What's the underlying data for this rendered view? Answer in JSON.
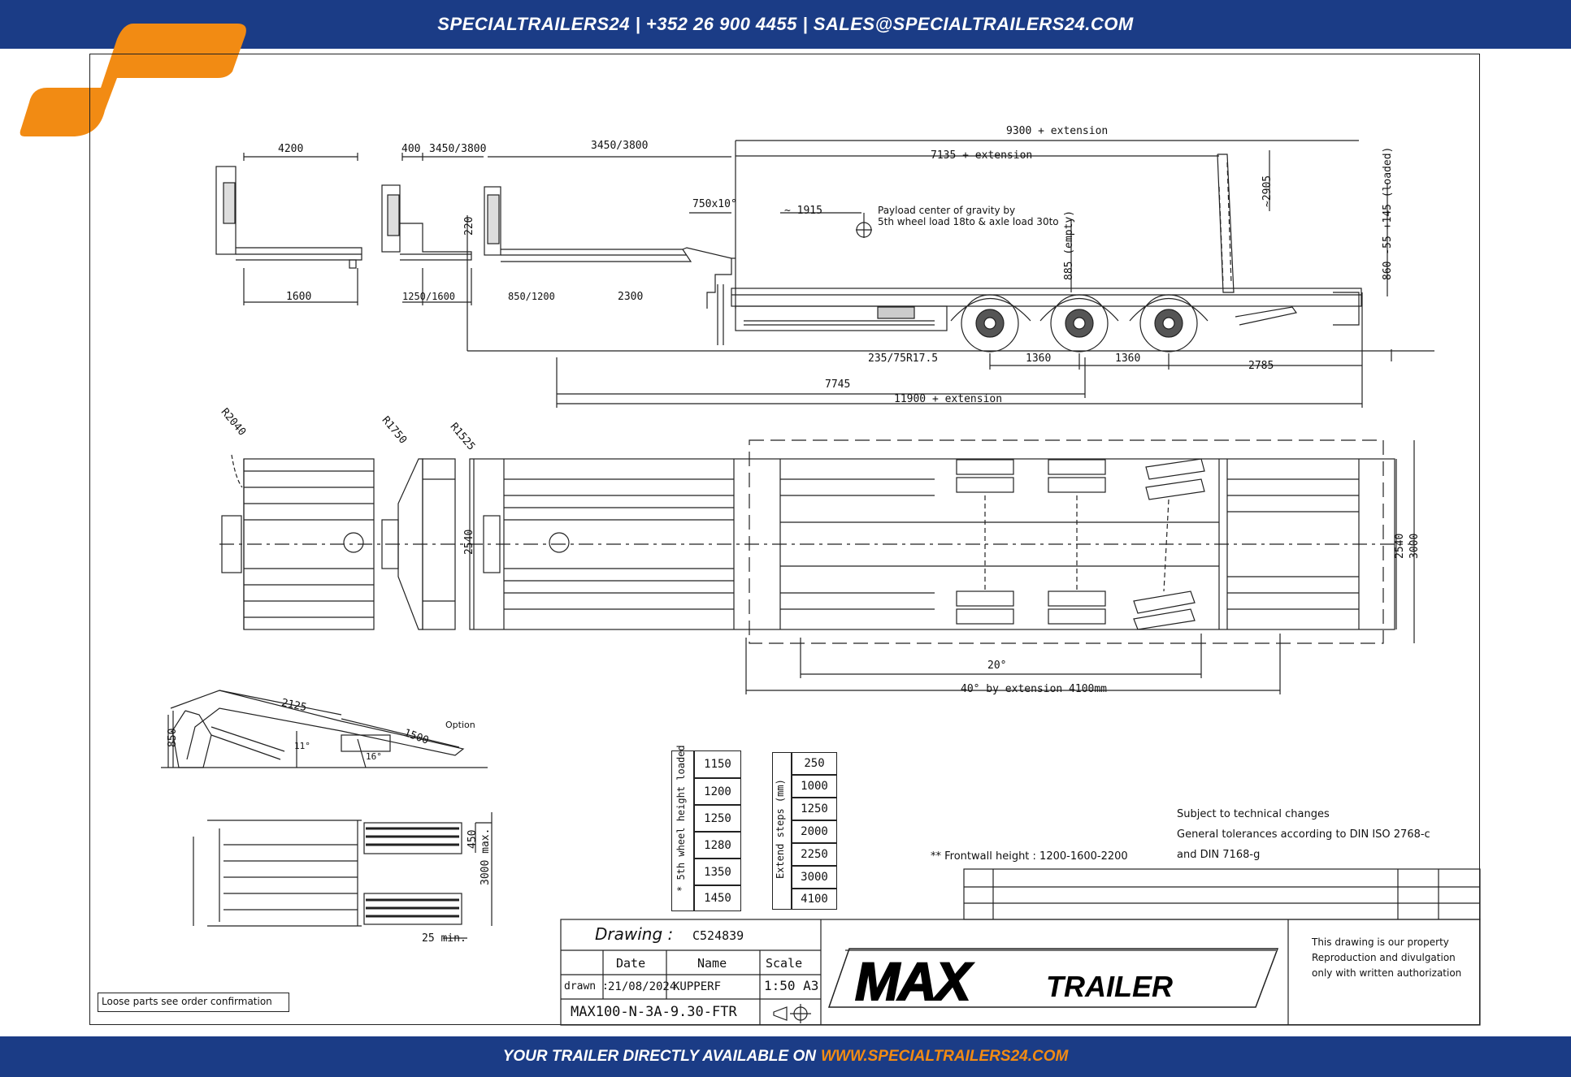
{
  "header": {
    "contact": "SPECIALTRAILERS24 | +352 26 900 4455 | SALES@SPECIALTRAILERS24.COM"
  },
  "footer": {
    "lead": "YOUR TRAILER DIRECTLY AVAILABLE ON",
    "url": "WWW.SPECIALTRAILERS24.COM"
  },
  "colors": {
    "brand_blue": "#1b3c86",
    "accent_orange": "#f28b13"
  },
  "dims": {
    "d4200": "4200",
    "d400": "400",
    "d3450a": "3450/3800",
    "d3450b": "3450/3800",
    "d9300": "9300 + extension",
    "d7135": "7135 + extension",
    "d750": "750x10°",
    "d1915": "~ 1915",
    "payload1": "Payload center of gravity by",
    "payload2": "5th wheel load 18to & axle load 30to",
    "d220": "220",
    "d885": "885 (empty)",
    "d2905": "~2905",
    "d860": "860 -55 +145 (loaded)",
    "d1600": "1600",
    "d1250": "1250/1600",
    "d850": "850/1200",
    "d2300": "2300",
    "tyre": "235/75R17.5",
    "d1360a": "1360",
    "d1360b": "1360",
    "d2785": "2785",
    "d7745": "7745",
    "d11900": "11900 + extension",
    "r2040": "R2040",
    "r1750": "R1750",
    "r1525": "R1525",
    "d2540a": "2540",
    "d2540b": "2540",
    "d3000": "3000",
    "d20": "20°",
    "d40": "40° by extension 4100mm",
    "d2125": "2125",
    "d1500": "1500",
    "option": "Option",
    "d850b": "850",
    "d16": "16°",
    "d11": "11°",
    "d450": "450",
    "d3000max": "3000 max.",
    "d25": "25 min."
  },
  "wheel_table": {
    "label": "* 5th wheel height loaded",
    "values": [
      "1150",
      "1200",
      "1250",
      "1280",
      "1350",
      "1450"
    ]
  },
  "steps_table": {
    "label": "Extend steps (mm)",
    "values": [
      "250",
      "1000",
      "1250",
      "2000",
      "2250",
      "3000",
      "4100"
    ]
  },
  "notes": {
    "frontwall": "** Frontwall height : 1200-1600-2200",
    "subject": "Subject to technical changes",
    "tolerances": "General tolerances according to DIN ISO 2768-c",
    "din": "and DIN 7168-g",
    "loose": "Loose parts see order confirmation",
    "property1": "This drawing is our property",
    "property2": "Reproduction and divulgation",
    "property3": "only with written authorization"
  },
  "title_block": {
    "drawing_label": "Drawing :",
    "drawing_no": "C524839",
    "date_label": "Date",
    "name_label": "Name",
    "scale_label": "Scale",
    "drawn_label": "drawn :",
    "date": "21/08/2024",
    "name": "KUPPERF",
    "scale": "1:50 A3",
    "model": "MAX100-N-3A-9.30-FTR",
    "brand_max": "MAX",
    "brand_trailer": "TRAILER"
  }
}
